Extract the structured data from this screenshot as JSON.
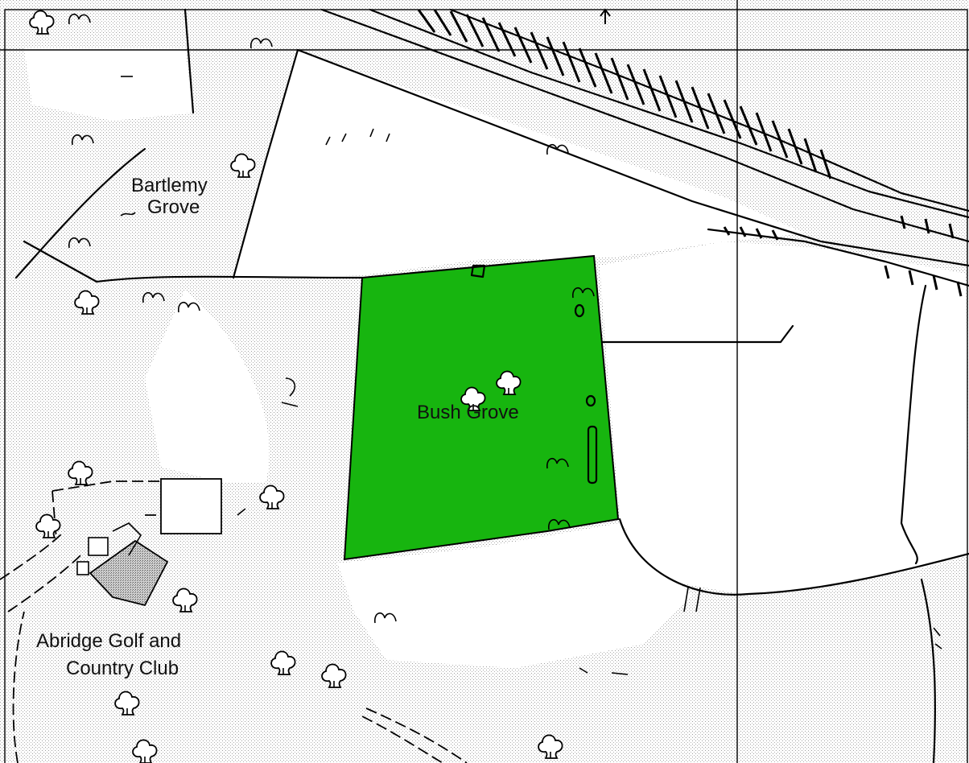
{
  "colors": {
    "highlight_fill": "#17b50f",
    "ink": "#000000",
    "stipple": "#b9b9b9",
    "building": "#9a9a9a"
  },
  "labels": {
    "bartlemy_line1": "Bartlemy",
    "bartlemy_line2": "Grove",
    "bush_grove": "Bush Grove",
    "abridge_line1": "Abridge Golf and",
    "abridge_line2": "Country Club"
  },
  "icons": [
    "tree-symbol-icon",
    "north-arrow-icon"
  ]
}
